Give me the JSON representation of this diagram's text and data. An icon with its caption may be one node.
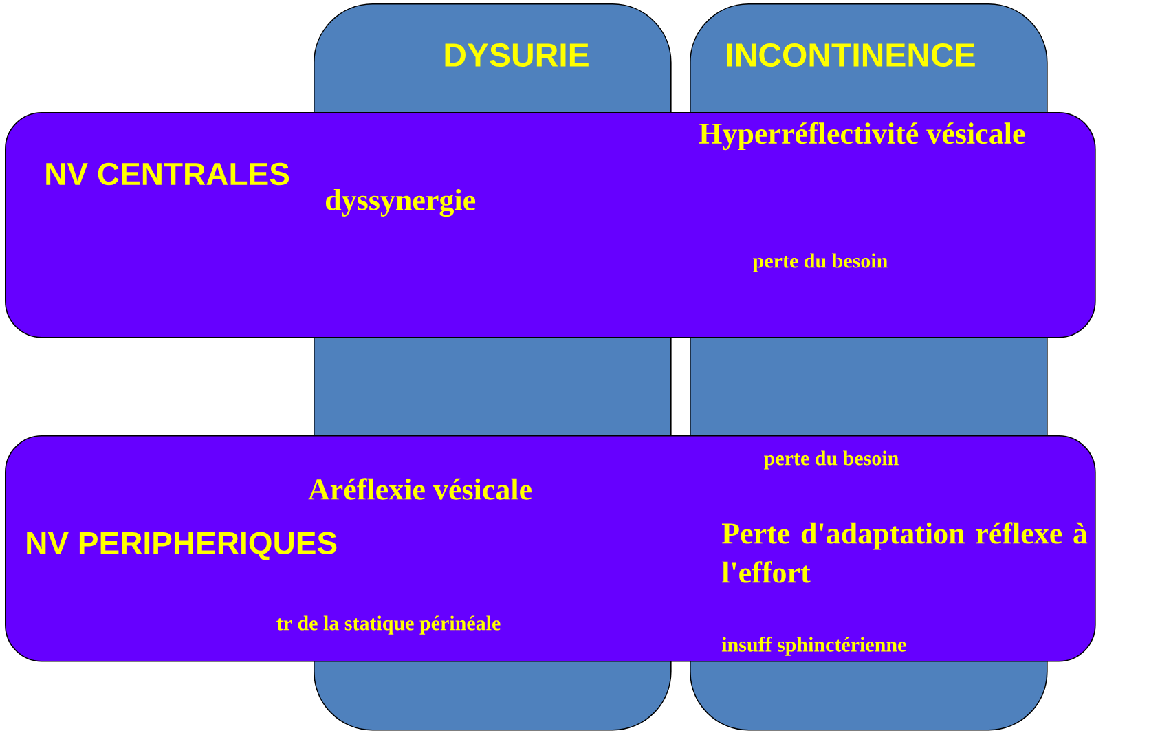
{
  "diagram": {
    "nodes": [
      {
        "text": [
          "DYSURIE"
        ]
      },
      {
        "text": [
          "INCONTINENCE"
        ]
      },
      {
        "text": [
          "NV CENTRALES"
        ]
      },
      {
        "text": [
          "NV PERIPHERIQUES"
        ]
      }
    ],
    "labels": [
      "Hyperréflectivité vésicale",
      "dyssynergie",
      "perte du besoin",
      "perte du besoin",
      "Aréflexie vésicale",
      "Perte d'adaptation réflexe à l'effort",
      "tr de la statique périnéale",
      "insuff sphinctérienne"
    ]
  }
}
